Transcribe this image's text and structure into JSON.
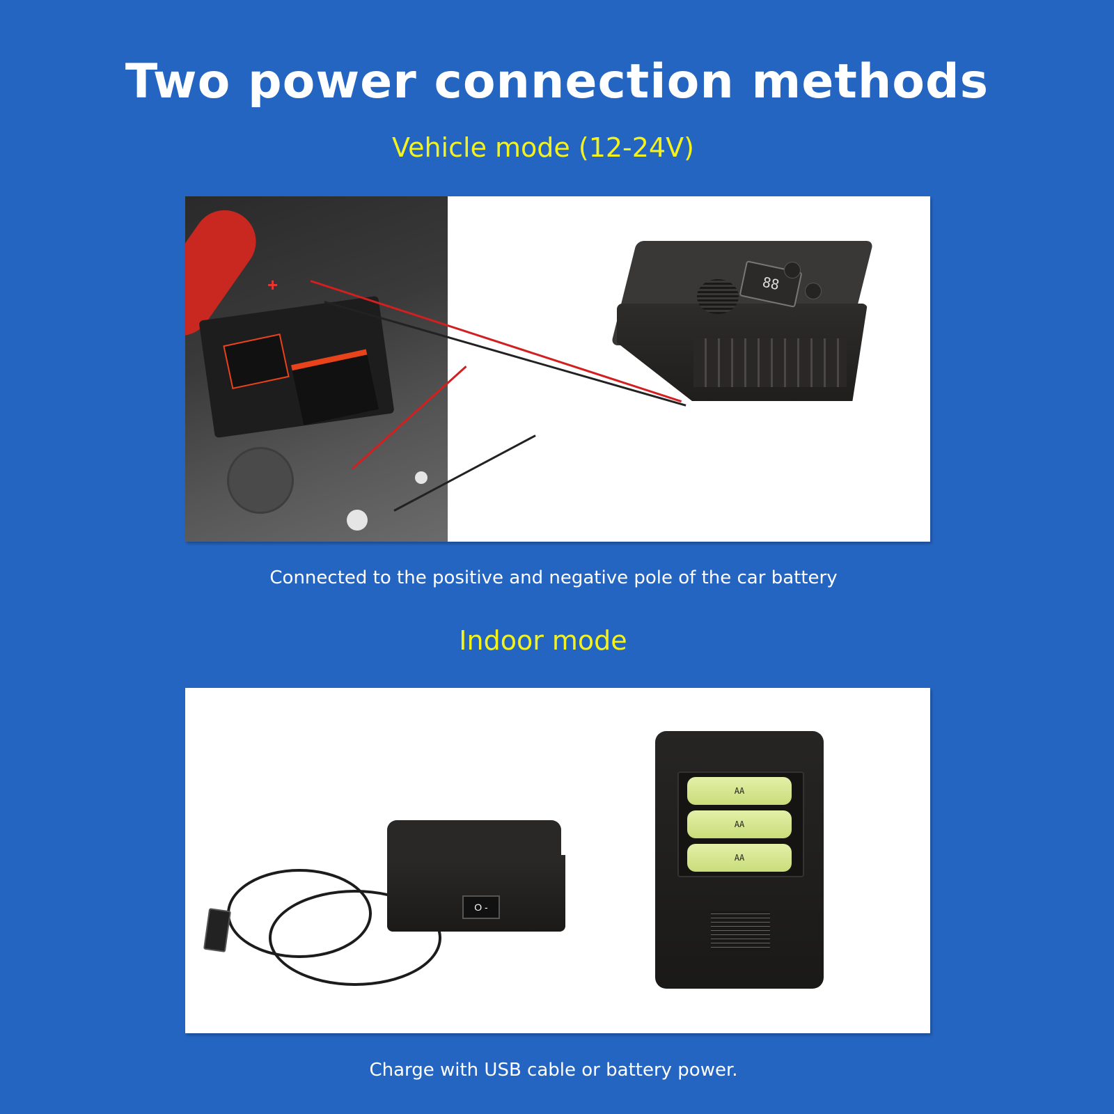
{
  "page": {
    "title": "Two power connection methods",
    "background_color": "#2565c2",
    "accent_color": "#f4f21e"
  },
  "sections": [
    {
      "heading": "Vehicle mode (12-24V)",
      "caption": "Connected to the positive and negative pole of the car battery",
      "image": {
        "description": "Device connected by red and black wires to a car battery",
        "battery_terminal_symbol": "+",
        "device_display": "88"
      }
    },
    {
      "heading": "Indoor mode",
      "caption": "Charge with USB cable or battery power.",
      "image": {
        "description": "Device with USB cable and back view showing three AA batteries",
        "switch_label": "O -",
        "battery_count": 3
      }
    }
  ]
}
